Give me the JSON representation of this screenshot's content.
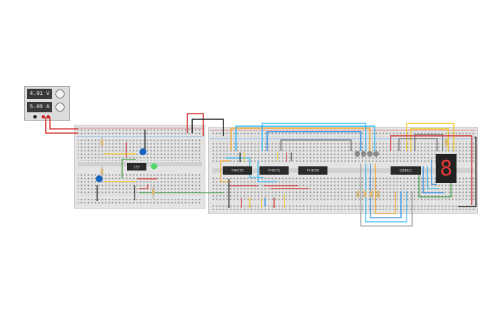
{
  "power_supply": {
    "voltage": "4.91 V",
    "current": "5.00 A"
  },
  "chips": {
    "timer": "555",
    "counter1": "74HC75",
    "counter2": "74HC75",
    "mux": "74HC08",
    "decoder": "CD4511"
  },
  "display": {
    "digit": "8"
  },
  "colors": {
    "board": "#e4e4e4",
    "wire_red": "#d32f2f",
    "wire_black": "#222222",
    "wire_blue": "#1e88e5",
    "wire_cyan": "#29b6f6",
    "wire_yellow": "#fbc02d",
    "wire_orange": "#f5a623",
    "wire_green": "#43a047",
    "wire_gray": "#9e9e9e",
    "led_green": "#4cd964",
    "segment_red": "#e53935"
  }
}
